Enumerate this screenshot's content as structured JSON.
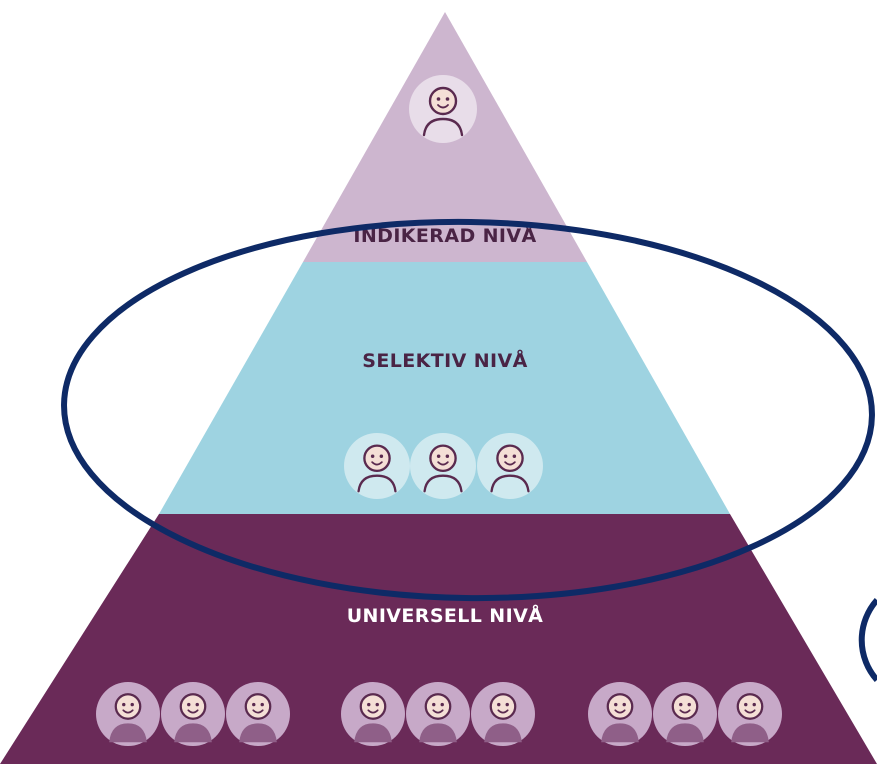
{
  "diagram": {
    "levels": [
      {
        "label": "INDIKERAD NIVÅ",
        "people": 1
      },
      {
        "label": "SELEKTIV NIVÅ",
        "people": 3
      },
      {
        "label": "UNIVERSELL NIVÅ",
        "people": 9
      }
    ],
    "colors": {
      "indicated_fill": "#cdb6cf",
      "selective_fill": "#9ed3e1",
      "universal_fill": "#6a2a58",
      "label_dark": "#4a2445",
      "label_light": "#ffffff",
      "ellipse_stroke": "#0e2a66",
      "face_fill": "#f4dfd6",
      "face_line": "#5a2a4f"
    },
    "icons": {
      "person": "person-icon"
    }
  }
}
